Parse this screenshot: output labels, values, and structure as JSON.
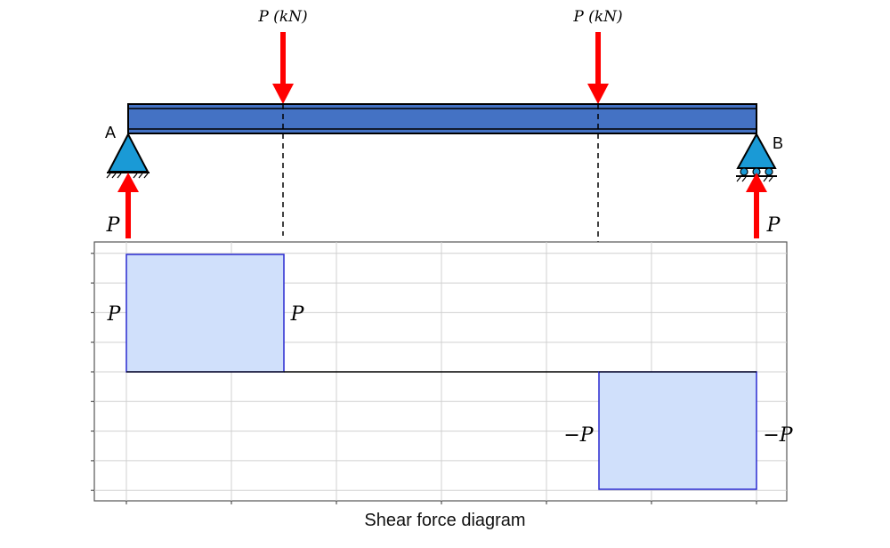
{
  "loads": {
    "left_label": "P (kN)",
    "right_label": "P (kN)"
  },
  "supports": {
    "a_label": "A",
    "b_label": "B",
    "a_reaction": "P",
    "b_reaction": "P"
  },
  "diagram": {
    "title": "Shear force diagram",
    "labels": {
      "pos_left": "P",
      "pos_right": "P",
      "neg_left": "−P",
      "neg_right": "−P"
    },
    "segments": [
      {
        "from": 0,
        "to": 1.5,
        "shear": 1
      },
      {
        "from": 1.5,
        "to": 4.5,
        "shear": 0
      },
      {
        "from": 4.5,
        "to": 6,
        "shear": -1
      }
    ]
  },
  "colors": {
    "beam": "#4472c4",
    "arrow": "#ff0000",
    "support": "#1a9ad6",
    "fill": "#d0e0fb",
    "outline": "#2a2ad0"
  }
}
